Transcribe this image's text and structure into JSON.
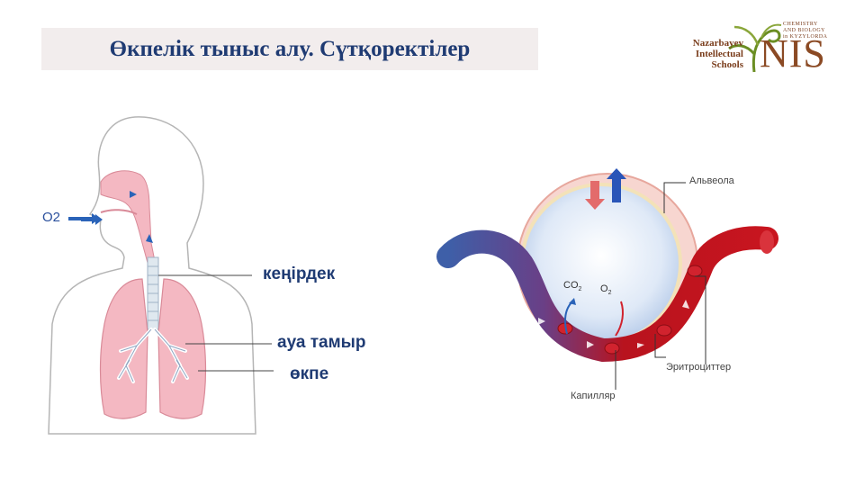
{
  "title": "Өкпелік тыныс алу. Сүтқоректілер",
  "logo": {
    "school_line1": "Nazarbayev",
    "school_line2": "Intellectual",
    "school_line3": "Schools",
    "brand": "NIS",
    "small_line1": "CHEMISTRY",
    "small_line2": "AND BIOLOGY",
    "small_line3": "in KYZYLORDA"
  },
  "body_diagram": {
    "o2_label": "O2",
    "labels": {
      "trachea": "кеңірдек",
      "bronchi": "ауа тамыр",
      "lung": "өкпе"
    }
  },
  "alveolus_diagram": {
    "labels": {
      "alveola": "Альвеола",
      "erythrocytes": "Эритроциттер",
      "capillary": "Капилляр",
      "co2": "CO",
      "co2_sub": "2",
      "o2": "O",
      "o2_sub": "2"
    }
  },
  "colors": {
    "title_text": "#1f3b73",
    "title_bg": "#f2eded",
    "lung": "#f4b8c2",
    "vessel_red": "#b8131e",
    "vessel_blue": "#3e5fa8"
  }
}
